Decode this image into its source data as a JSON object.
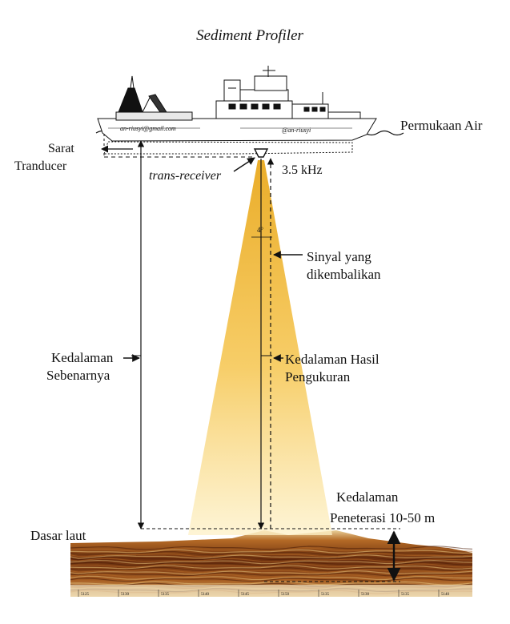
{
  "title": "Sediment Profiler",
  "labels": {
    "water_surface": "Permukaan Air",
    "draft_line1": "Sarat",
    "draft_line2": "Tranducer",
    "trans_receiver": "trans-receiver",
    "frequency": "3.5 kHz",
    "beam_angle": "4°",
    "return_signal_line1": "Sinyal yang",
    "return_signal_line2": "dikembalikan",
    "true_depth_line1": "Kedalaman",
    "true_depth_line2": "Sebenarnya",
    "measured_depth_line1": "Kedalaman Hasil",
    "measured_depth_line2": "Pengukuran",
    "penetration_line1": "Kedalaman",
    "penetration_line2": "Peneterasi 10-50 m",
    "seabed": "Dasar laut",
    "ship_watermark_1": "an-riusyi@gmail.com",
    "ship_watermark_2": "@an-riusyi"
  },
  "seabed_axis_ticks": [
    "5125",
    "5130",
    "5135",
    "5140",
    "5145",
    "5150",
    "5135",
    "5130",
    "5135",
    "5140"
  ],
  "colors": {
    "beam_top": "#e8a412",
    "beam_bottom": "#fdf1c8",
    "sediment_dark": "#4a1e08",
    "sediment_mid": "#b46a26",
    "sediment_light": "#e7c27c",
    "line": "#111111"
  },
  "icons": {
    "vessel": "research-ship-icon",
    "transducer": "transducer-icon"
  }
}
